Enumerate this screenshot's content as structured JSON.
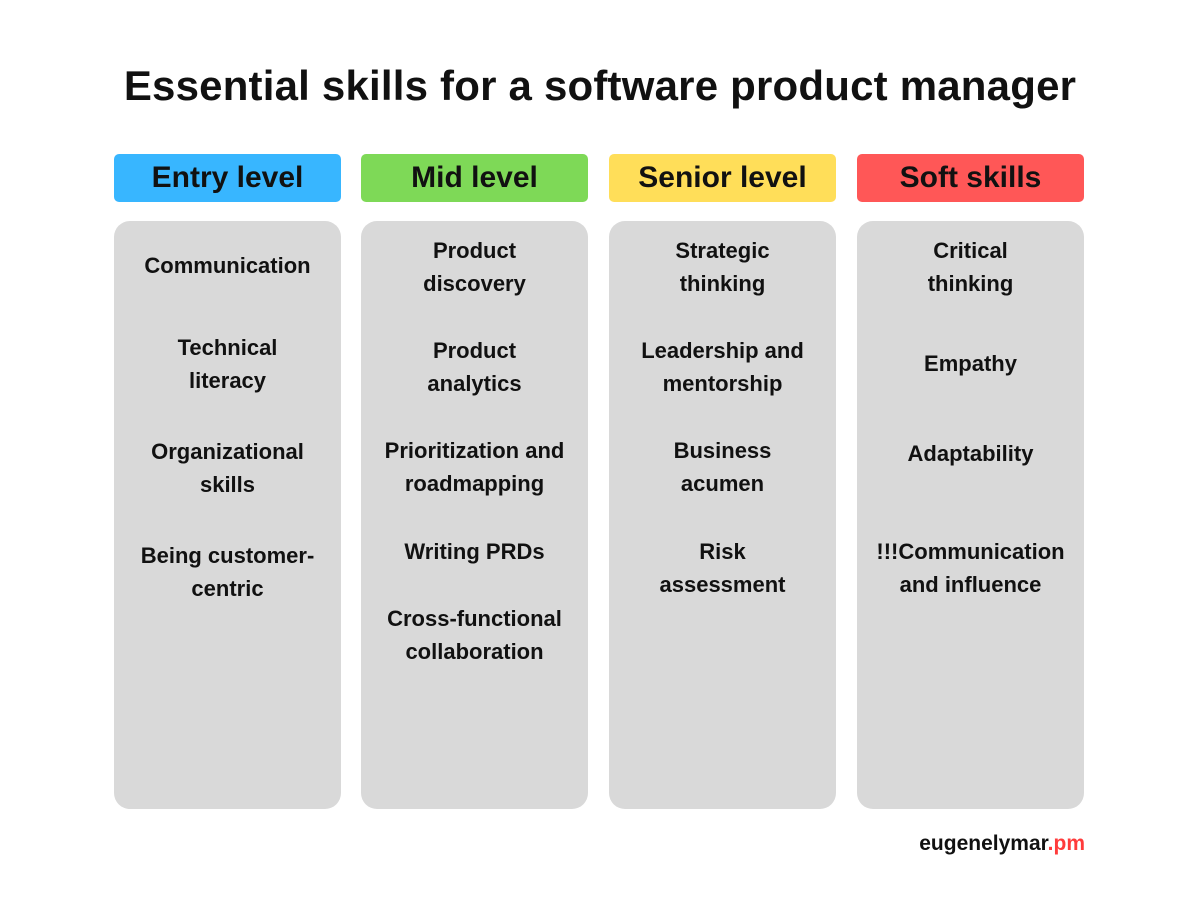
{
  "title": "Essential skills for a software product manager",
  "columns": [
    {
      "header": "Entry level",
      "color": "#38b6ff",
      "skills": [
        "Communication",
        "Technical\nliteracy",
        "Organizational\nskills",
        "Being customer-\ncentric"
      ]
    },
    {
      "header": "Mid level",
      "color": "#7ed957",
      "skills": [
        "Product\ndiscovery",
        "Product\nanalytics",
        "Prioritization and\nroadmapping",
        "Writing PRDs",
        "Cross-functional\ncollaboration"
      ]
    },
    {
      "header": "Senior level",
      "color": "#ffde59",
      "skills": [
        "Strategic\nthinking",
        "Leadership and\nmentorship",
        "Business\nacumen",
        "Risk\nassessment"
      ]
    },
    {
      "header": "Soft skills",
      "color": "#ff5757",
      "skills": [
        "Critical\nthinking",
        "Empathy",
        "Adaptability",
        "!!!Communication\nand influence"
      ]
    }
  ],
  "footer": {
    "domain": "eugenelymar",
    "tld": ".pm",
    "tld_color": "#ff3b3b"
  },
  "panel_color": "#d9d9d9"
}
